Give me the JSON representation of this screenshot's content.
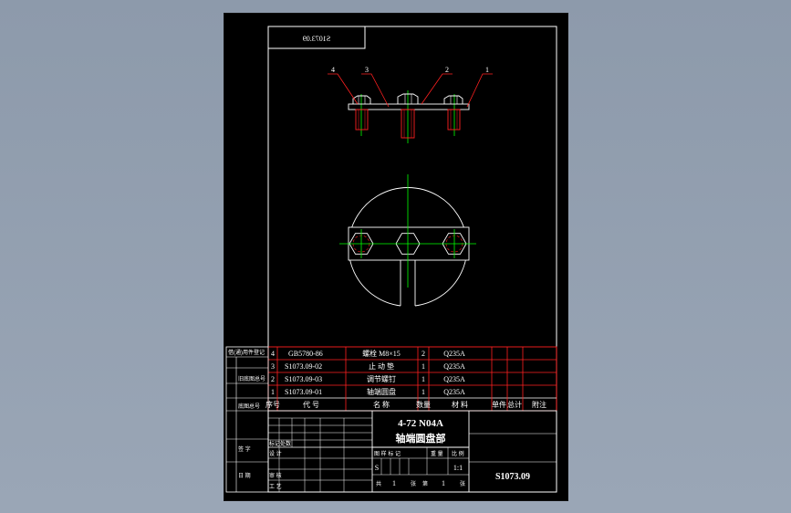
{
  "drawing": {
    "mirrored_code": "S1073.09",
    "drawing_number": "S1073.09",
    "title_line1": "4-72 N04A",
    "title_line2": "轴端圆盘部",
    "balloons": [
      "4",
      "3",
      "2",
      "1"
    ],
    "sheet_scale": "1:1",
    "sheet_mark": "S",
    "sheet_count_label": "1",
    "sheet_index_label": "1"
  },
  "bom": {
    "rows": [
      {
        "no": "4",
        "code": "GB5780-86",
        "name": "螺栓 M8×15",
        "qty": "2",
        "material": "Q235A"
      },
      {
        "no": "3",
        "code": "S1073.09-02",
        "name": "止 动 垫",
        "qty": "1",
        "material": "Q235A"
      },
      {
        "no": "2",
        "code": "S1073.09-03",
        "name": "调节螺钉",
        "qty": "1",
        "material": "Q235A"
      },
      {
        "no": "1",
        "code": "S1073.09-01",
        "name": "轴端圆盘",
        "qty": "1",
        "material": "Q235A"
      }
    ],
    "header": {
      "no": "序号",
      "code": "代 号",
      "name": "名 称",
      "qty": "数量",
      "material": "材 料",
      "unit_weight": "单件",
      "total_weight": "总计",
      "remark": "附注"
    }
  },
  "title_block": {
    "left_labels": [
      "设 计",
      "审 核",
      "工 艺"
    ],
    "left_labels_mid": [
      "标记",
      "处数"
    ],
    "side_labels": [
      "借(通)用件登记",
      "旧底图总号",
      "底图总号",
      "签 字",
      "日 期"
    ],
    "stage_labels": [
      "图 样 标 记",
      "重 量",
      "比 例"
    ],
    "sheet_labels": [
      "共",
      "张",
      "第",
      "张"
    ]
  }
}
